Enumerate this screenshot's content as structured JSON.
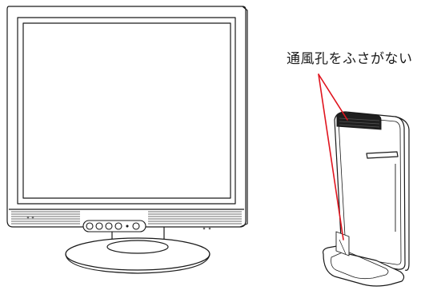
{
  "callout": {
    "label": "通風孔をふさがない"
  },
  "colors": {
    "leader_line": "#e0141e",
    "outline": "#1a1a1a",
    "bezel_fill": "#ffffff",
    "vent_dark": "#1f1f1f",
    "speaker_grille": "#6b6b6b"
  },
  "icons": {
    "monitor": "lcd-monitor-illustration",
    "pc": "slim-desktop-pc-illustration",
    "vent": "air-vent-icon"
  }
}
